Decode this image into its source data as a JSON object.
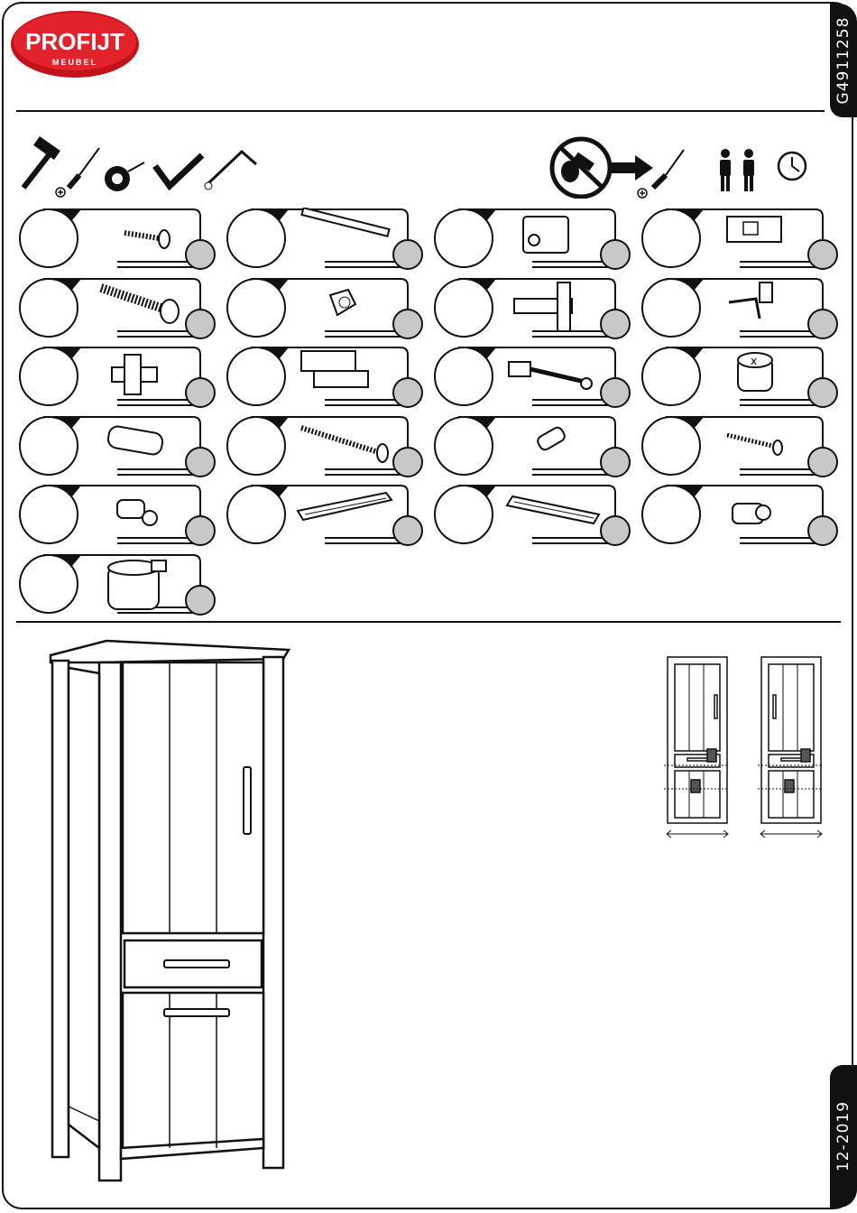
{
  "brand": {
    "name": "PROFIJT",
    "subtitle": "MEUBEL",
    "color": "#d8141c"
  },
  "document": {
    "article_code": "G4911258",
    "date_code": "12-2019"
  },
  "tools": [
    {
      "icon": "hammer-icon"
    },
    {
      "icon": "phillips-screwdriver-icon"
    },
    {
      "icon": "tape-measure-icon"
    },
    {
      "icon": "set-square-icon"
    },
    {
      "icon": "allen-key-icon"
    }
  ],
  "notices": [
    {
      "icon": "no-power-drill-icon"
    },
    {
      "icon": "arrow-right-icon"
    },
    {
      "icon": "phillips-screwdriver-icon"
    },
    {
      "icon": "two-persons-icon"
    },
    {
      "icon": "clock-icon"
    }
  ],
  "parts": [
    {
      "icon": "wafer-head-screw-icon"
    },
    {
      "icon": "handle-bar-icon"
    },
    {
      "icon": "cam-connector-block-icon"
    },
    {
      "icon": "shelf-support-block-icon"
    },
    {
      "icon": "connector-bolt-icon"
    },
    {
      "icon": "corner-cam-fitting-icon"
    },
    {
      "icon": "concealed-hinge-icon"
    },
    {
      "icon": "shelf-pin-icon"
    },
    {
      "icon": "hinge-mounting-plate-icon"
    },
    {
      "icon": "door-damper-icon"
    },
    {
      "icon": "connector-pin-icon"
    },
    {
      "icon": "cam-lock-icon"
    },
    {
      "icon": "wooden-dowel-icon"
    },
    {
      "icon": "long-screw-icon"
    },
    {
      "icon": "plastic-dowel-icon"
    },
    {
      "icon": "short-screw-icon"
    },
    {
      "icon": "expansion-bolt-icon"
    },
    {
      "icon": "drawer-runner-left-icon"
    },
    {
      "icon": "drawer-runner-right-icon"
    },
    {
      "icon": "insert-nut-icon"
    },
    {
      "icon": "large-cam-housing-icon"
    }
  ],
  "product": {
    "icon": "tall-cabinet-icon"
  },
  "orientation_options": [
    {
      "icon": "cabinet-hinge-right-icon"
    },
    {
      "icon": "cabinet-hinge-left-icon"
    }
  ]
}
